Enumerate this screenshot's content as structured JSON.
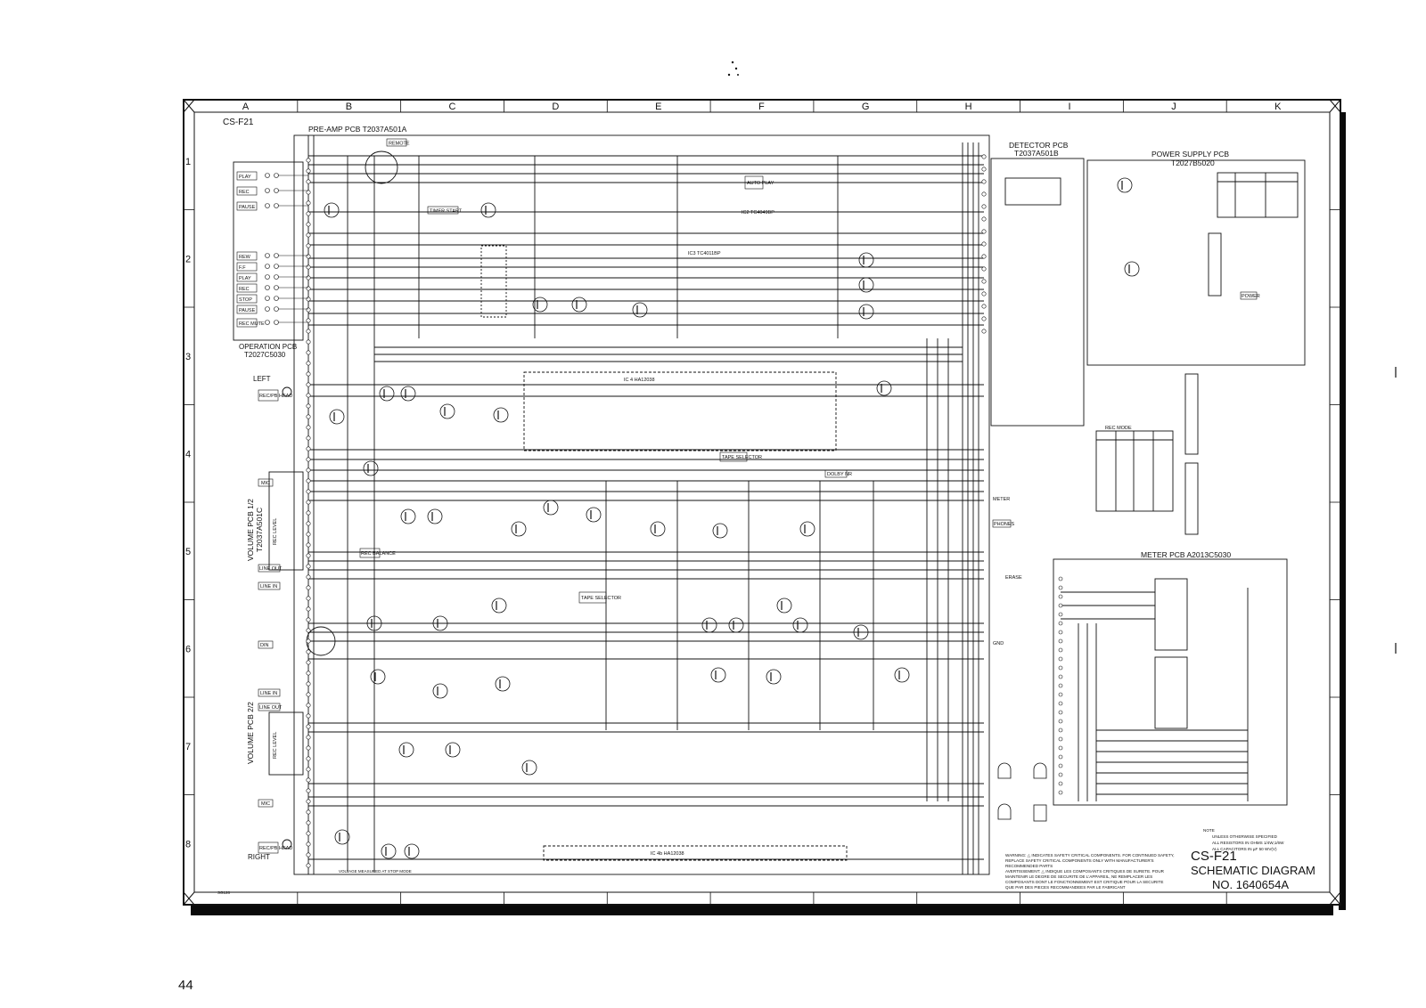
{
  "model_tag": "CS-F21",
  "grid": {
    "columns": [
      "A",
      "B",
      "C",
      "D",
      "E",
      "F",
      "G",
      "H",
      "I",
      "J",
      "K"
    ],
    "rows": [
      "1",
      "2",
      "3",
      "4",
      "5",
      "6",
      "7",
      "8"
    ]
  },
  "boards": {
    "preamp": "PRE-AMP  PCB   T2037A501A",
    "detector_line1": "DETECTOR PCB",
    "detector_line2": "T2037A501B",
    "power": "POWER SUPPLY PCB",
    "power_code": "T2027B5020",
    "operation_line1": "OPERATION PCB",
    "operation_line2": "T2027C5030",
    "volume1_line1": "VOLUME  PCB 1/2",
    "volume1_line2": "T2037A501C",
    "volume2": "VOLUME  PCB 2/2",
    "meter": "METER PCB   A2013C5030"
  },
  "switch_labels": [
    "PLAY",
    "REC",
    "PAUSE",
    "REW",
    "F.F",
    "PLAY",
    "REC",
    "STOP",
    "PAUSE",
    "REC MUTE"
  ],
  "labels": {
    "left": "LEFT",
    "right": "RIGHT",
    "remote": "REMOTE",
    "timer_start": "TIMER START",
    "auto_play": "AUTO PLAY",
    "ic2": "IC2  TC4049BP",
    "ic3": "IC3  TC4011BP",
    "ic4": "IC 4     HA12038",
    "ic4b": "IC 4b     HA12038",
    "tape_selector": "TAPE SELECTOR",
    "tape_selector2": "TAPE SELECTOR",
    "dolby_nr": "DOLBY NR",
    "rec_balance": "REC BALANCE",
    "phones": "PHONES",
    "erase": "ERASE",
    "power": "POWER",
    "rec_level": "REC LEVEL",
    "rec_level2": "REC LEVEL",
    "mic": "MIC",
    "mic2": "MIC",
    "line_out": "LINE OUT",
    "line_in": "LINE IN",
    "line_in2": "LINE IN",
    "line_out2": "LINE OUT",
    "din": "DIN",
    "head_left": "REC/PB HEAD",
    "head_right": "REC/PB HEAD",
    "rec_mode": "REC MODE",
    "voltage_note": "VOLTAGE MEASURED AT STOP MODE",
    "page_code": "SG128",
    "meter_lead": "METER",
    "gnd": "GND"
  },
  "warning_text": [
    "WARNING: △ INDICATES SAFETY CRITICAL COMPONENTS. FOR CONTINUED SAFETY,",
    "REPLACE SAFETY CRITICAL COMPONENTS ONLY WITH MANUFACTURER'S",
    "RECOMMENDED PARTS",
    "AVERTISSEMENT: △ INDIQUE LES COMPOSANTS CRITIQUES DE SURETE. POUR",
    "MAINTENIR LE DEGRE DE SECURITE DE L'APPAREIL, NE REMPLACER LES",
    "COMPOSANTS DONT LE FONCTIONNEMENT EST CRITIQUE POUR LA SECURITE",
    "QUE PAR DES PIECES RECOMMANDEES PAR LE FABRICANT"
  ],
  "notes": [
    "NOTE",
    "UNLESS OTHERWISE SPECIFIED",
    "ALL RESISTORS IN OHMS 1/4W,1/6W",
    "ALL CAPACITORS IN µF 50 WV(V)"
  ],
  "title_block": {
    "model": "CS-F21",
    "title": "SCHEMATIC DIAGRAM",
    "number": "NO. 1640654A"
  },
  "page_number": "44",
  "colors": {
    "ink": "#111111",
    "paper": "#ffffff",
    "shadow": "#0a0a0a"
  }
}
